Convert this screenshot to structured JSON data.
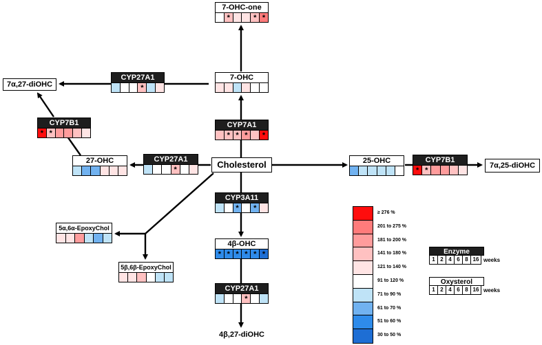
{
  "colors": {
    "ge276": "#ff0d0d",
    "201to275": "#ff7b7b",
    "181to200": "#ff9c9c",
    "141to180": "#ffc1c1",
    "121to140": "#ffe4e4",
    "91to120": "#ffffff",
    "71to90": "#bfe3f7",
    "61to70": "#71b2f0",
    "51to60": "#2e8bea",
    "30to50": "#1e6ed4"
  },
  "nodes": {
    "ohc7one": {
      "label": "7-OHC-one",
      "cells": [
        [
          "91to120",
          ""
        ],
        [
          "141to180",
          "*"
        ],
        [
          "121to140",
          ""
        ],
        [
          "121to140",
          ""
        ],
        [
          "141to180",
          "*"
        ],
        [
          "201to275",
          "*"
        ]
      ]
    },
    "ohc7": {
      "label": "7-OHC",
      "cells": [
        [
          "121to140",
          ""
        ],
        [
          "121to140",
          ""
        ],
        [
          "71to90",
          ""
        ],
        [
          "121to140",
          ""
        ],
        [
          "91to120",
          ""
        ],
        [
          "91to120",
          ""
        ]
      ]
    },
    "cyp27a1_top": {
      "label": "CYP27A1",
      "cells": [
        [
          "71to90",
          ""
        ],
        [
          "91to120",
          ""
        ],
        [
          "91to120",
          ""
        ],
        [
          "141to180",
          "*"
        ],
        [
          "71to90",
          ""
        ],
        [
          "121to140",
          ""
        ]
      ]
    },
    "cyp7b1_left": {
      "label": "CYP7B1",
      "cells": [
        [
          "ge276",
          "*"
        ],
        [
          "141to180",
          "*"
        ],
        [
          "181to200",
          ""
        ],
        [
          "181to200",
          ""
        ],
        [
          "141to180",
          ""
        ],
        [
          "121to140",
          ""
        ]
      ]
    },
    "cyp7a1": {
      "label": "CYP7A1",
      "cells": [
        [
          "141to180",
          ""
        ],
        [
          "141to180",
          "*"
        ],
        [
          "141to180",
          "*"
        ],
        [
          "181to200",
          "*"
        ],
        [
          "141to180",
          ""
        ],
        [
          "ge276",
          "*"
        ]
      ]
    },
    "ohc27": {
      "label": "27-OHC",
      "cells": [
        [
          "71to90",
          ""
        ],
        [
          "61to70",
          ""
        ],
        [
          "61to70",
          ""
        ],
        [
          "121to140",
          ""
        ],
        [
          "121to140",
          ""
        ],
        [
          "121to140",
          ""
        ]
      ]
    },
    "cyp27a1_mid": {
      "label": "CYP27A1",
      "cells": [
        [
          "71to90",
          ""
        ],
        [
          "91to120",
          ""
        ],
        [
          "91to120",
          ""
        ],
        [
          "141to180",
          "*"
        ],
        [
          "91to120",
          ""
        ],
        [
          "121to140",
          ""
        ]
      ]
    },
    "ohc25": {
      "label": "25-OHC",
      "cells": [
        [
          "61to70",
          ""
        ],
        [
          "71to90",
          ""
        ],
        [
          "71to90",
          ""
        ],
        [
          "71to90",
          ""
        ],
        [
          "71to90",
          ""
        ],
        [
          "91to120",
          ""
        ]
      ]
    },
    "cyp7b1_right": {
      "label": "CYP7B1",
      "cells": [
        [
          "ge276",
          "*"
        ],
        [
          "141to180",
          "*"
        ],
        [
          "181to200",
          ""
        ],
        [
          "181to200",
          ""
        ],
        [
          "141to180",
          ""
        ],
        [
          "121to140",
          ""
        ]
      ]
    },
    "cyp3a11": {
      "label": "CYP3A11",
      "cells": [
        [
          "71to90",
          ""
        ],
        [
          "91to120",
          ""
        ],
        [
          "61to70",
          "*"
        ],
        [
          "91to120",
          ""
        ],
        [
          "61to70",
          "*"
        ],
        [
          "121to140",
          ""
        ]
      ]
    },
    "ohc4b": {
      "label": "4β-OHC",
      "cells": [
        [
          "51to60",
          "*"
        ],
        [
          "51to60",
          "*"
        ],
        [
          "51to60",
          "*"
        ],
        [
          "51to60",
          "*"
        ],
        [
          "51to60",
          "*"
        ],
        [
          "30to50",
          "*"
        ]
      ]
    },
    "cyp27a1_bot": {
      "label": "CYP27A1",
      "cells": [
        [
          "71to90",
          ""
        ],
        [
          "91to120",
          ""
        ],
        [
          "91to120",
          ""
        ],
        [
          "141to180",
          "*"
        ],
        [
          "91to120",
          ""
        ],
        [
          "71to90",
          ""
        ]
      ]
    },
    "epoxy5a": {
      "label": "5α,6α-EpoxyChol",
      "cells": [
        [
          "121to140",
          ""
        ],
        [
          "121to140",
          ""
        ],
        [
          "181to200",
          ""
        ],
        [
          "71to90",
          ""
        ],
        [
          "61to70",
          ""
        ],
        [
          "71to90",
          ""
        ]
      ]
    },
    "epoxy5b": {
      "label": "5β,6β-EpoxyChol",
      "cells": [
        [
          "121to140",
          ""
        ],
        [
          "121to140",
          ""
        ],
        [
          "141to180",
          ""
        ],
        [
          "91to120",
          ""
        ],
        [
          "71to90",
          ""
        ],
        [
          "71to90",
          ""
        ]
      ]
    }
  },
  "labels": {
    "cholesterol": "Cholesterol",
    "diohc727": "7α,27-diOHC",
    "diohc725": "7α,25-diOHC",
    "diohc4b27": "4β,27-diOHC"
  },
  "legend": [
    {
      "key": "ge276",
      "text": "≥ 276 %"
    },
    {
      "key": "201to275",
      "text": "201 to 275 %"
    },
    {
      "key": "181to200",
      "text": "181 to 200 %"
    },
    {
      "key": "141to180",
      "text": "141 to 180 %"
    },
    {
      "key": "121to140",
      "text": "121 to 140 %"
    },
    {
      "key": "91to120",
      "text": "91 to 120 %"
    },
    {
      "key": "71to90",
      "text": "71 to 90 %"
    },
    {
      "key": "61to70",
      "text": "61 to 70 %"
    },
    {
      "key": "51to60",
      "text": "51 to 60 %"
    },
    {
      "key": "30to50",
      "text": "30 to 50 %"
    }
  ],
  "key": {
    "enzyme": "Enzyme",
    "oxysterol": "Oxysterol",
    "weeks": [
      "1",
      "2",
      "4",
      "6",
      "8",
      "16"
    ],
    "unit": "weeks"
  }
}
